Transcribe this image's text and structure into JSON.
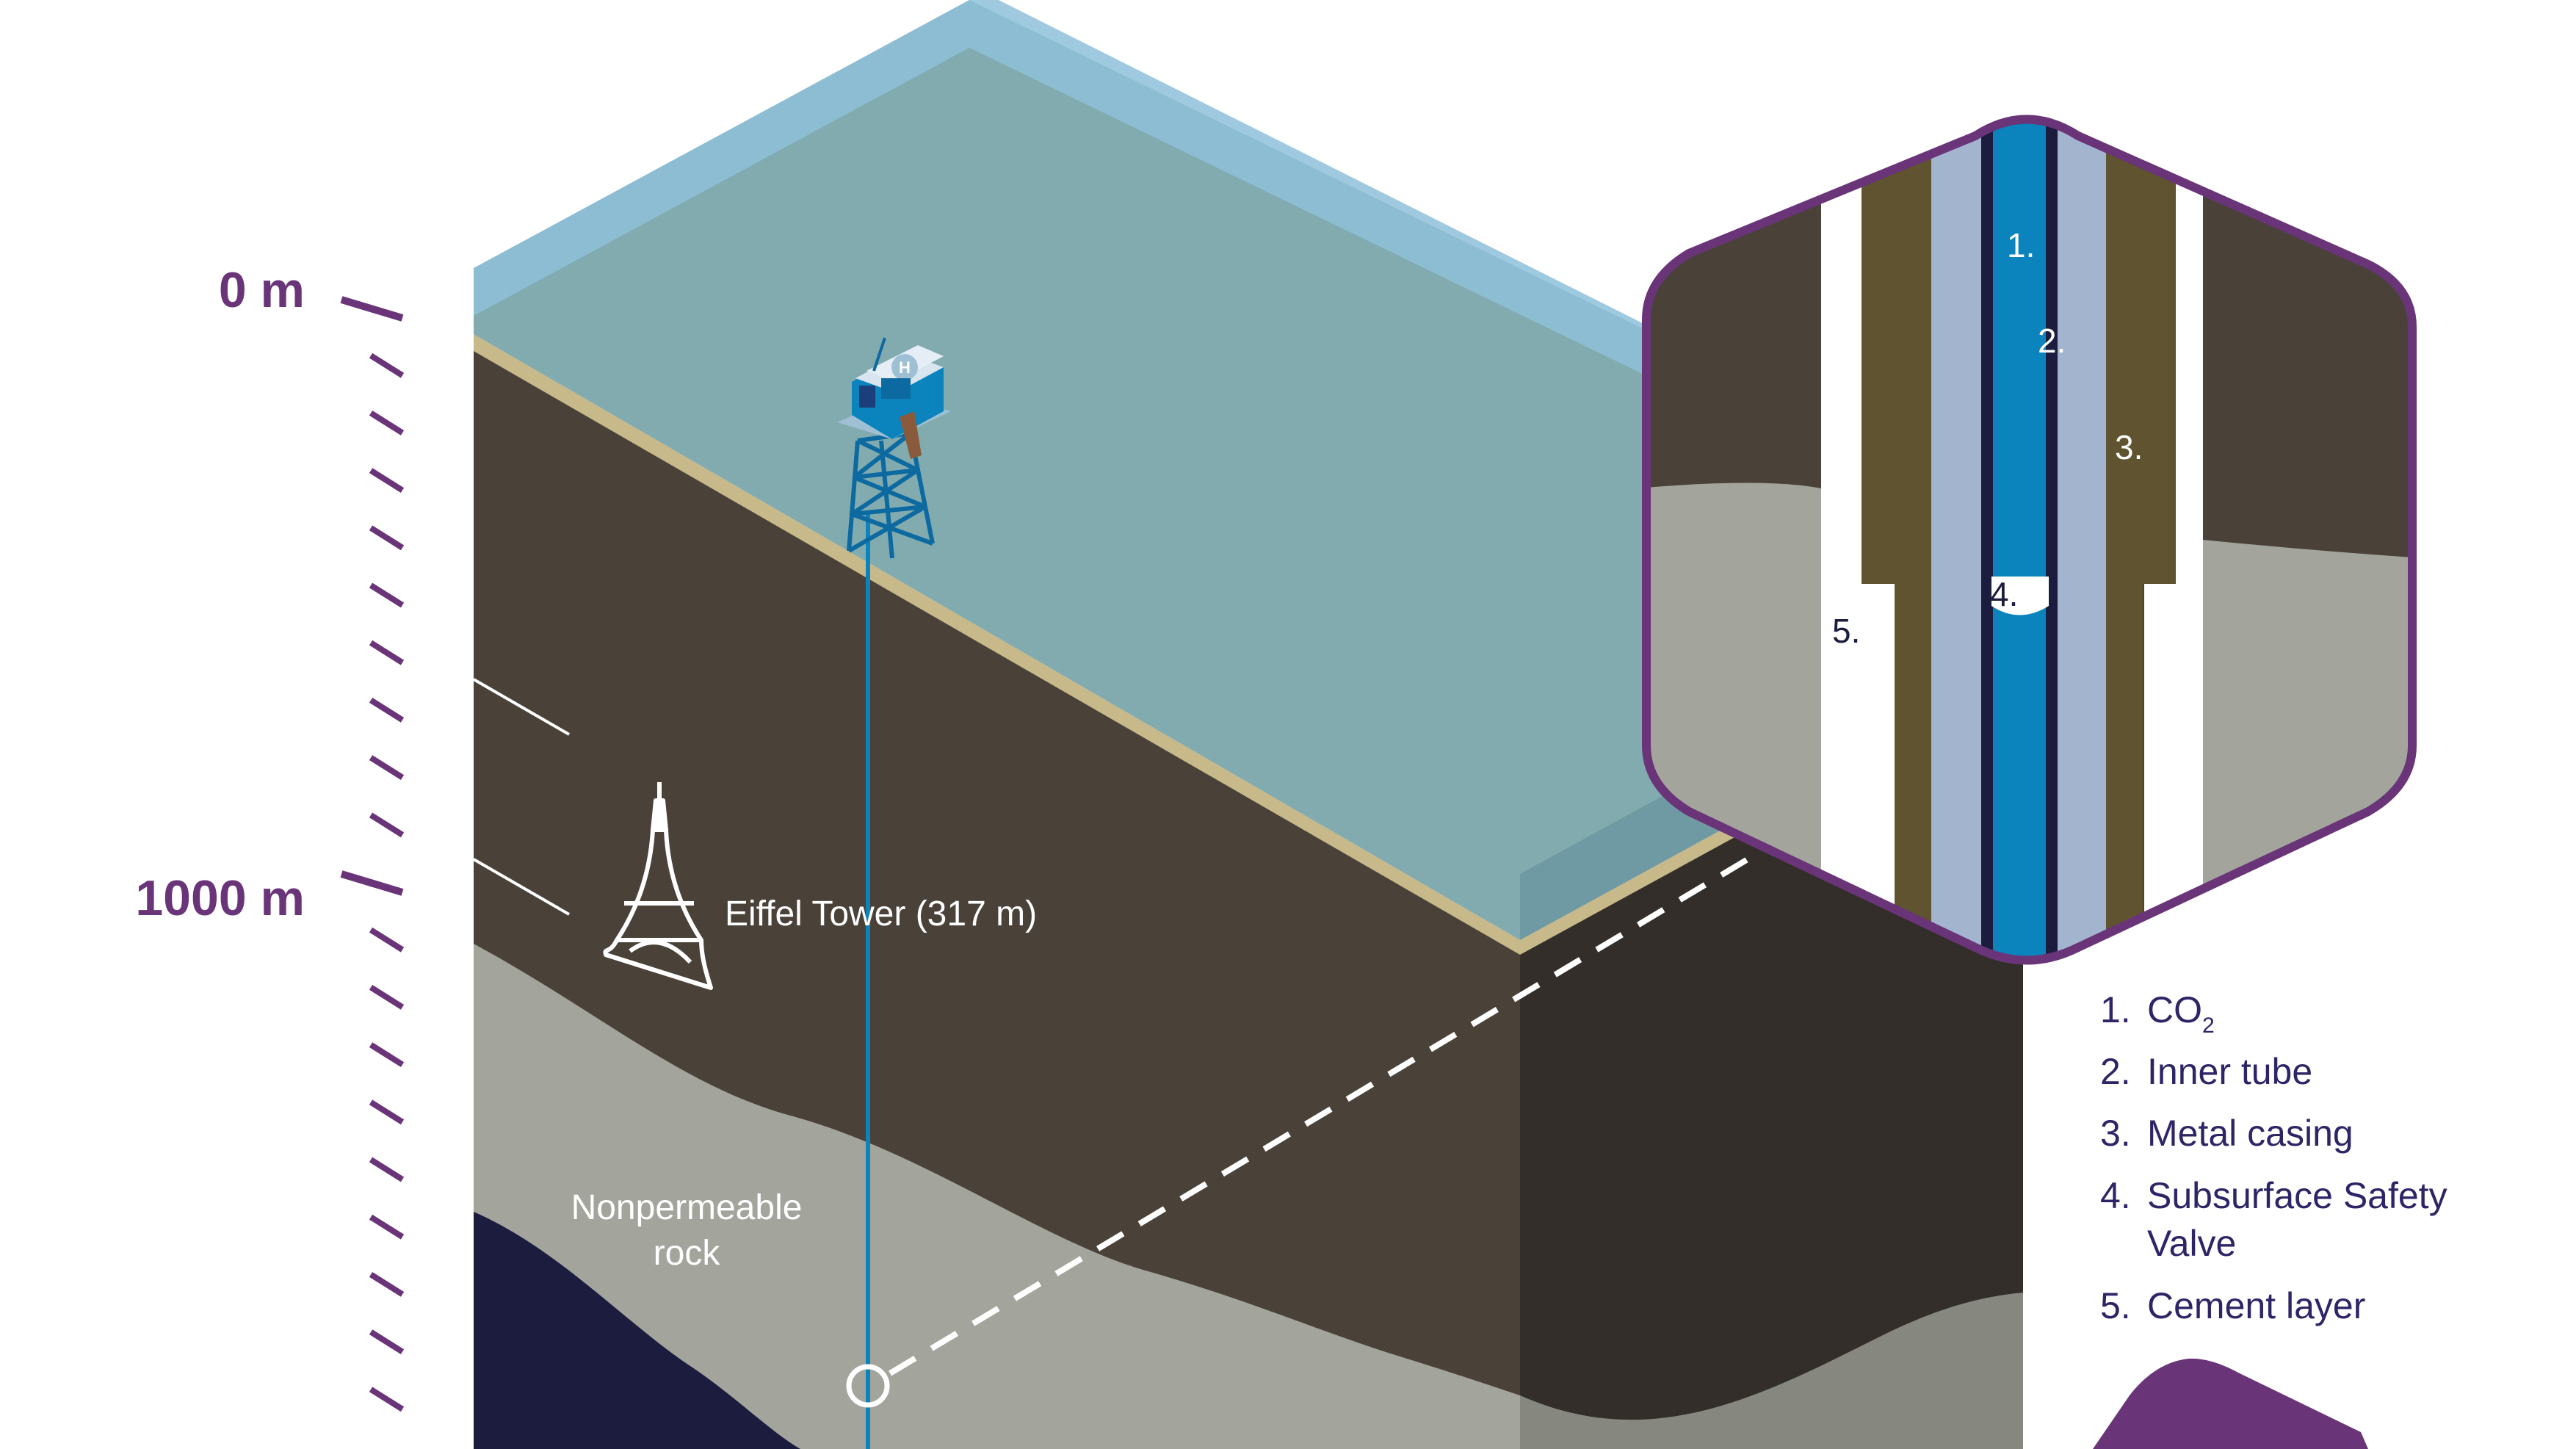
{
  "depth_scale": {
    "labels": [
      "0 m",
      "1000 m"
    ]
  },
  "annotations": {
    "eiffel_tower": "Eiffel Tower (317 m)",
    "rock_line1": "Nonpermeable",
    "rock_line2": "rock"
  },
  "well_detail": {
    "numbers": [
      "1.",
      "2.",
      "3.",
      "4.",
      "5."
    ]
  },
  "legend": {
    "items": [
      {
        "num": "1.",
        "text": "CO",
        "sub": "2"
      },
      {
        "num": "2.",
        "text": "Inner tube"
      },
      {
        "num": "3.",
        "text": "Metal casing"
      },
      {
        "num": "4.",
        "text": "Subsurface Safety",
        "text2": "Valve"
      },
      {
        "num": "5.",
        "text": "Cement layer"
      }
    ]
  },
  "colors": {
    "accent_purple": "#6a3479",
    "water": "#7aa6ab",
    "water_top": "#8ec0d9",
    "seabed": "#c8b98a",
    "rock_dark": "#4a4239",
    "rock_grey": "#a3a49c",
    "reservoir": "#1c1c3f",
    "co2_blue": "#0b83bd",
    "tube": "#a3b4cf",
    "casing": "#5f5330",
    "legend_text": "#2d2566"
  }
}
